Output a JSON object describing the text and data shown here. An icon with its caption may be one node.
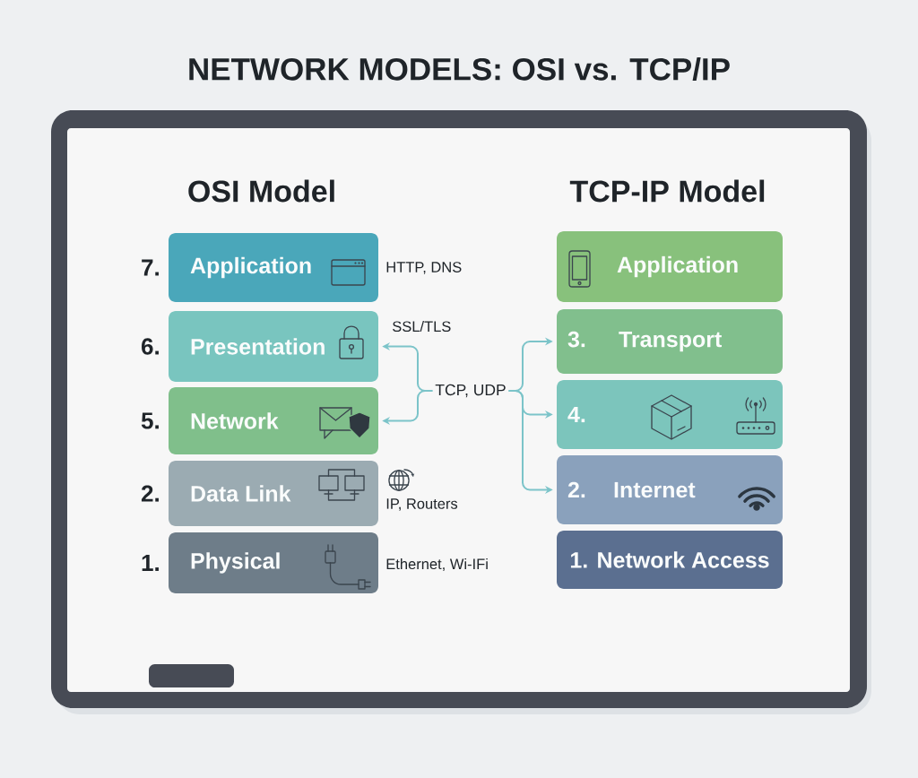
{
  "diagram": {
    "title": "NETWORK MODELS: OSI vs. TCP/IP",
    "nodes": [
      {
        "text": [
          "Application"
        ],
        "beside": [
          "7.",
          "HTTP, DNS"
        ]
      },
      {
        "text": [
          "Presentation"
        ],
        "beside": [
          "6.",
          "SSL/TLS"
        ]
      },
      {
        "text": [
          "Network"
        ],
        "beside": [
          "5."
        ]
      },
      {
        "text": [
          "Data Link"
        ],
        "beside": [
          "2.",
          "IP, Routers"
        ]
      },
      {
        "text": [
          "Physical"
        ],
        "beside": [
          "1.",
          "Ethernet, Wi-IFi"
        ]
      },
      {
        "text": [
          "TCP, UDP"
        ]
      },
      {
        "text": [
          "Application"
        ]
      },
      {
        "text": [
          "3.",
          "Transport"
        ]
      },
      {
        "text": [
          "4."
        ]
      },
      {
        "text": [
          "2.",
          "Internet"
        ]
      },
      {
        "text": [
          "1. Network Access"
        ]
      }
    ],
    "edges": [
      {
        "from": 5,
        "to": 1,
        "arrow": "to"
      },
      {
        "from": 5,
        "to": 2,
        "arrow": "to"
      },
      {
        "from": 5,
        "to": 7,
        "arrow": "to"
      },
      {
        "from": 5,
        "to": 8,
        "arrow": "to"
      },
      {
        "from": 5,
        "to": 9,
        "arrow": "to"
      }
    ],
    "labels": [
      "OSI Model",
      "TCP-IP Model"
    ]
  }
}
